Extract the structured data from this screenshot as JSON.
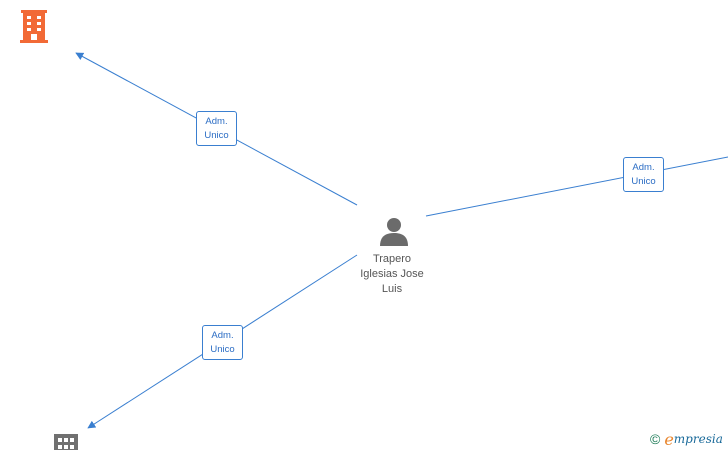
{
  "colors": {
    "edge": "#3a7fd0",
    "company_highlight": "#f26a36",
    "company_default": "#707070",
    "person": "#6b6b6b"
  },
  "nodes": {
    "person": {
      "icon": "person-icon",
      "name_lines": [
        "Trapero",
        "Iglesias Jose",
        "Luis"
      ]
    },
    "company_top_left": {
      "icon": "building-icon"
    },
    "company_bottom_left": {
      "icon": "building-icon"
    }
  },
  "edges": [
    {
      "label_lines": [
        "Adm.",
        "Unico"
      ]
    },
    {
      "label_lines": [
        "Adm.",
        "Unico"
      ]
    },
    {
      "label_lines": [
        "Adm.",
        "Unico"
      ]
    }
  ],
  "branding": {
    "copyright_symbol": "©",
    "logo_initial": "e",
    "logo_rest": "mpresia"
  }
}
